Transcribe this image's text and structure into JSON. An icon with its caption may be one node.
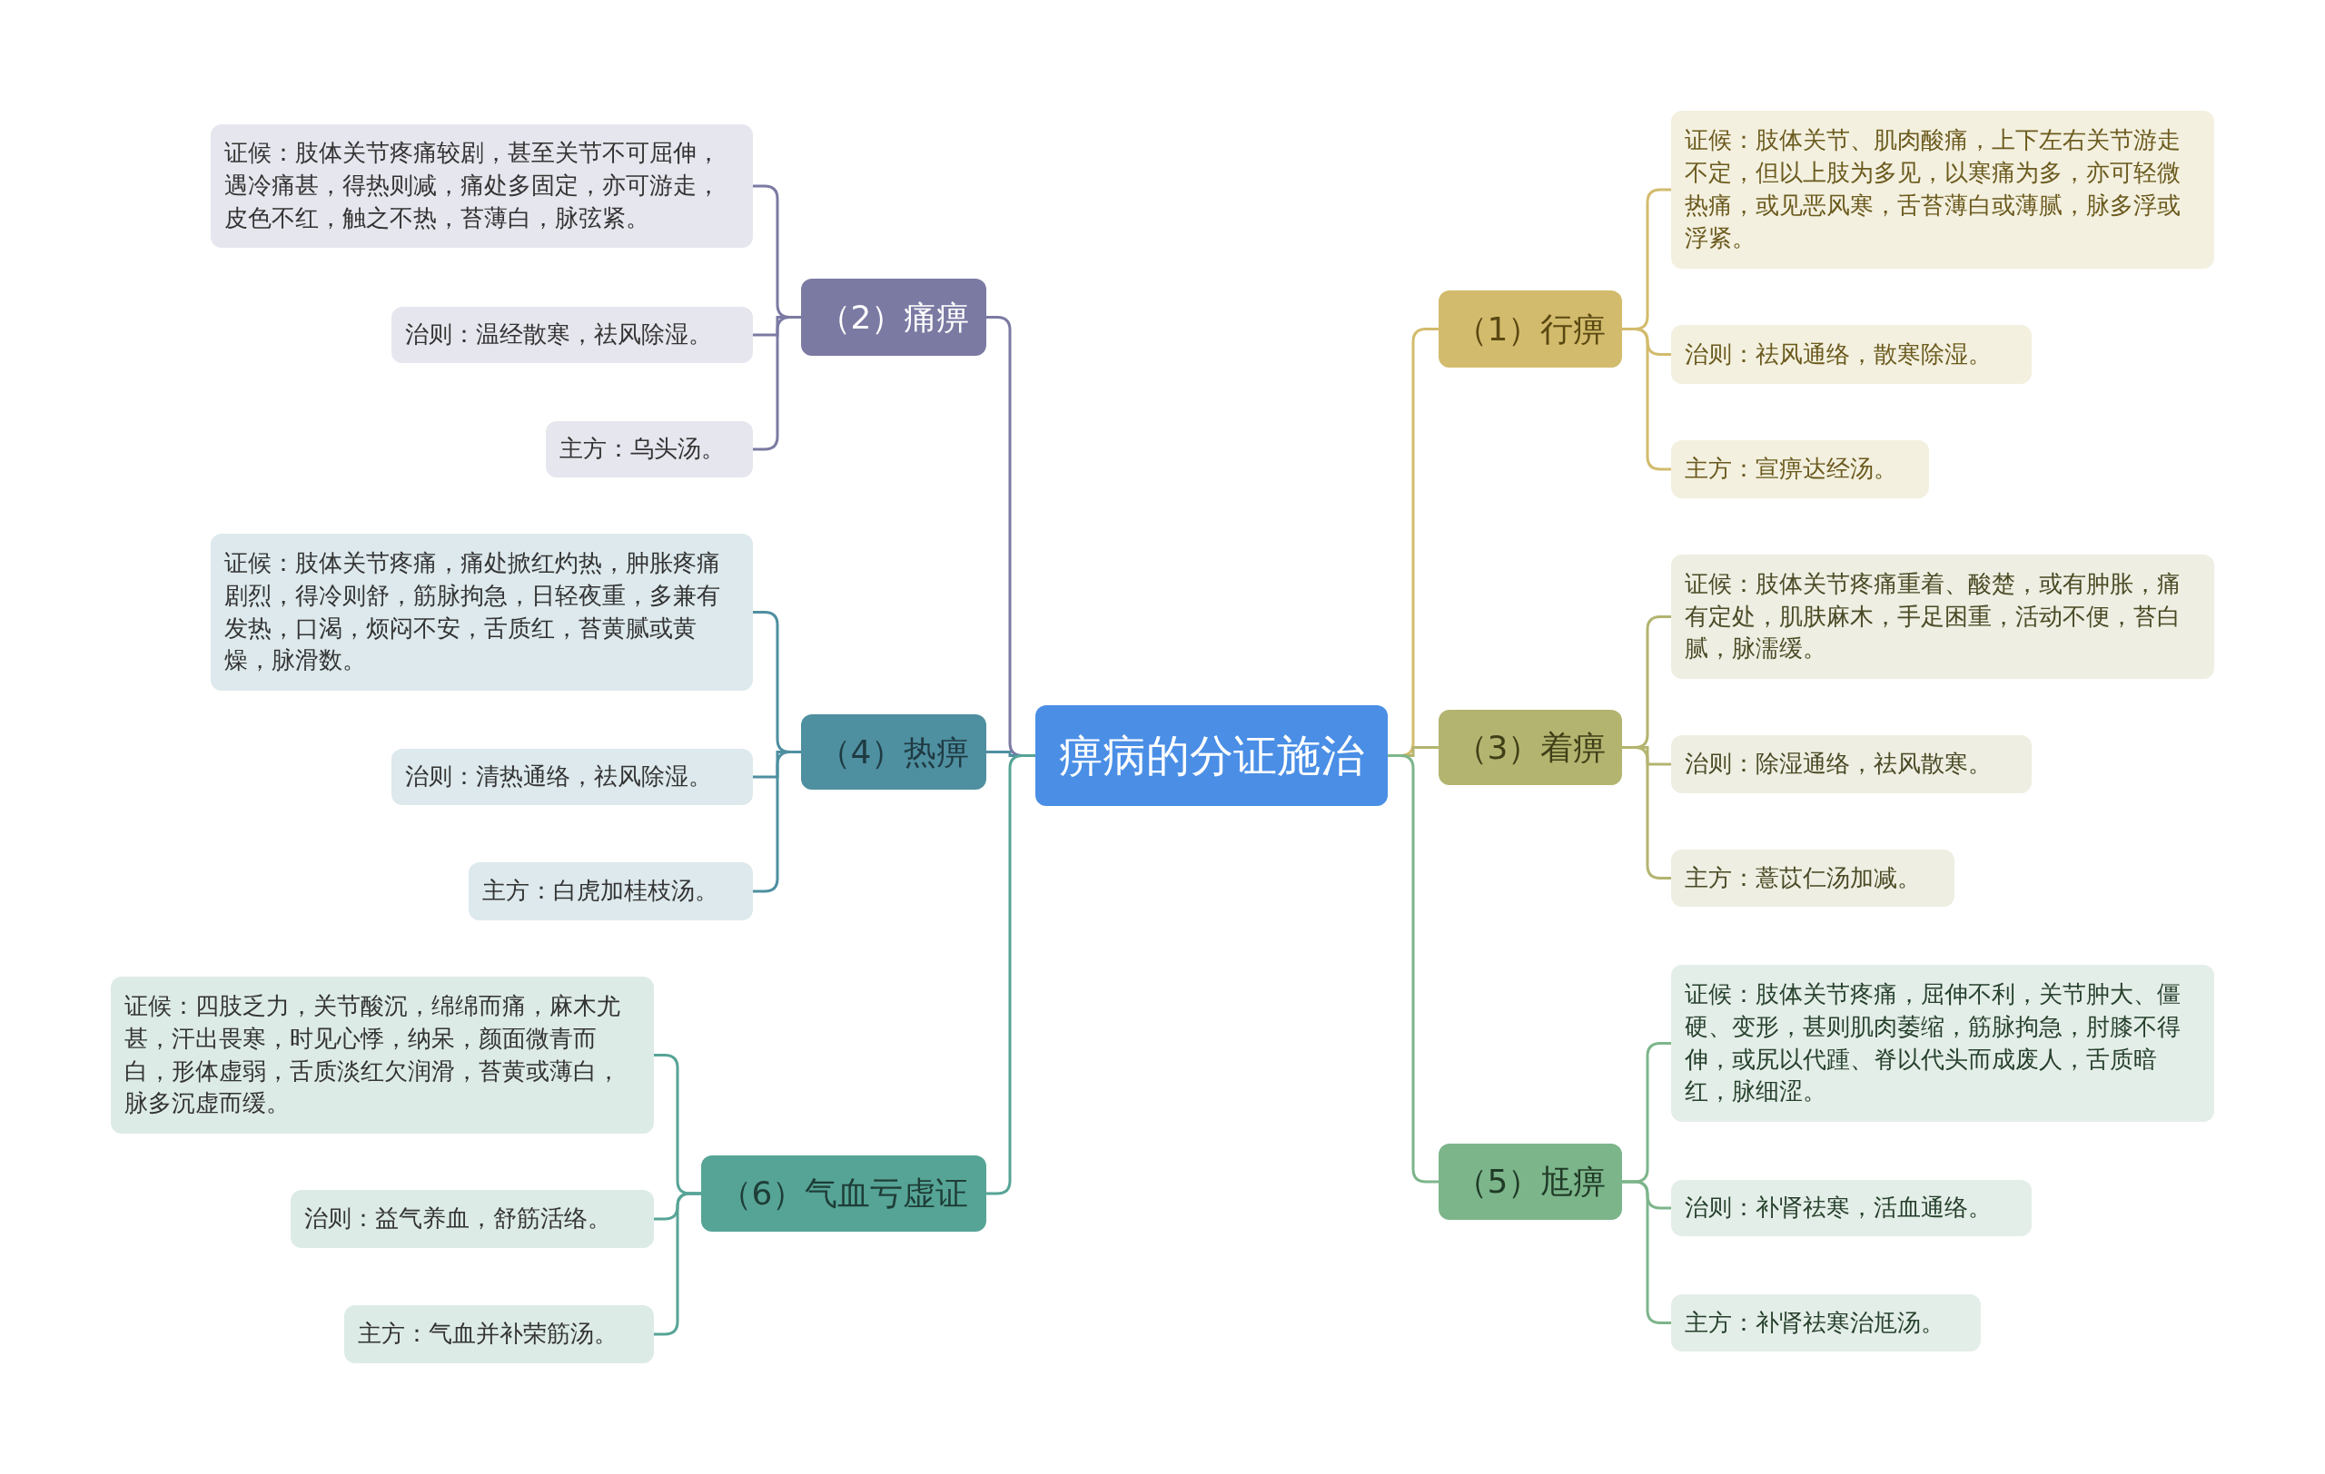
{
  "diagram": {
    "nodes": [
      {
        "text": [
          "痹病的分证施治"
        ]
      },
      {
        "text": [
          "（1）行痹"
        ]
      },
      {
        "text": [
          "证候：肢体关节、肌肉酸痛，上下左右关节游走不定，但以上肢为多见，以寒痛为多，亦可轻微热痛，或见恶风寒，舌苔薄白或薄腻，脉多浮或浮紧。"
        ]
      },
      {
        "text": [
          "治则：祛风通络，散寒除湿。"
        ]
      },
      {
        "text": [
          "主方：宣痹达经汤。"
        ]
      },
      {
        "text": [
          "（2）痛痹"
        ]
      },
      {
        "text": [
          "证候：肢体关节疼痛较剧，甚至关节不可屈伸，遇冷痛甚，得热则减，痛处多固定，亦可游走，皮色不红，触之不热，苔薄白，脉弦紧。"
        ]
      },
      {
        "text": [
          "治则：温经散寒，祛风除湿。"
        ]
      },
      {
        "text": [
          "主方：乌头汤。"
        ]
      },
      {
        "text": [
          "（3）着痹"
        ]
      },
      {
        "text": [
          "证候：肢体关节疼痛重着、酸楚，或有肿胀，痛有定处，肌肤麻木，手足困重，活动不便，苔白腻，脉濡缓。"
        ]
      },
      {
        "text": [
          "治则：除湿通络，祛风散寒。"
        ]
      },
      {
        "text": [
          "主方：薏苡仁汤加减。"
        ]
      },
      {
        "text": [
          "（4）热痹"
        ]
      },
      {
        "text": [
          "证候：肢体关节疼痛，痛处掀红灼热，肿胀疼痛剧烈，得冷则舒，筋脉拘急，日轻夜重，多兼有发热，口渴，烦闷不安，舌质红，苔黄腻或黄燥，脉滑数。"
        ]
      },
      {
        "text": [
          "治则：清热通络，祛风除湿。"
        ]
      },
      {
        "text": [
          "主方：白虎加桂枝汤。"
        ]
      },
      {
        "text": [
          "（5）尪痹"
        ]
      },
      {
        "text": [
          "证候：肢体关节疼痛，屈伸不利，关节肿大、僵硬、变形，甚则肌肉萎缩，筋脉拘急，肘膝不得伸，或尻以代踵、脊以代头而成废人，舌质暗红，脉细涩。"
        ]
      },
      {
        "text": [
          "治则：补肾祛寒，活血通络。"
        ]
      },
      {
        "text": [
          "主方：补肾祛寒治尪汤。"
        ]
      },
      {
        "text": [
          "（6）气血亏虚证"
        ]
      },
      {
        "text": [
          "证候：四肢乏力，关节酸沉，绵绵而痛，麻木尤甚，汗出畏寒，时见心悸，纳呆，颜面微青而白，形体虚弱，舌质淡红欠润滑，苔黄或薄白，脉多沉虚而缓。"
        ]
      },
      {
        "text": [
          "治则：益气养血，舒筋活络。"
        ]
      },
      {
        "text": [
          "主方：气血并补荣筋汤。"
        ]
      }
    ],
    "edges": [
      {
        "from": 0,
        "to": 1,
        "arrow": "none",
        "color": "#d2bb6c"
      },
      {
        "from": 1,
        "to": 2,
        "arrow": "none",
        "color": "#d2bb6c"
      },
      {
        "from": 1,
        "to": 3,
        "arrow": "none",
        "color": "#d2bb6c"
      },
      {
        "from": 1,
        "to": 4,
        "arrow": "none",
        "color": "#d2bb6c"
      },
      {
        "from": 0,
        "to": 5,
        "arrow": "none",
        "color": "#7b7aa3"
      },
      {
        "from": 5,
        "to": 6,
        "arrow": "none",
        "color": "#7b7aa3"
      },
      {
        "from": 5,
        "to": 7,
        "arrow": "none",
        "color": "#7b7aa3"
      },
      {
        "from": 5,
        "to": 8,
        "arrow": "none",
        "color": "#7b7aa3"
      },
      {
        "from": 0,
        "to": 9,
        "arrow": "none",
        "color": "#b3b46f"
      },
      {
        "from": 9,
        "to": 10,
        "arrow": "none",
        "color": "#b3b46f"
      },
      {
        "from": 9,
        "to": 11,
        "arrow": "none",
        "color": "#b3b46f"
      },
      {
        "from": 9,
        "to": 12,
        "arrow": "none",
        "color": "#b3b46f"
      },
      {
        "from": 0,
        "to": 13,
        "arrow": "none",
        "color": "#4e8fa0"
      },
      {
        "from": 13,
        "to": 14,
        "arrow": "none",
        "color": "#4e8fa0"
      },
      {
        "from": 13,
        "to": 15,
        "arrow": "none",
        "color": "#4e8fa0"
      },
      {
        "from": 13,
        "to": 16,
        "arrow": "none",
        "color": "#4e8fa0"
      },
      {
        "from": 0,
        "to": 17,
        "arrow": "none",
        "color": "#7db58b"
      },
      {
        "from": 17,
        "to": 18,
        "arrow": "none",
        "color": "#7db58b"
      },
      {
        "from": 17,
        "to": 19,
        "arrow": "none",
        "color": "#7db58b"
      },
      {
        "from": 17,
        "to": 20,
        "arrow": "none",
        "color": "#7db58b"
      },
      {
        "from": 0,
        "to": 21,
        "arrow": "none",
        "color": "#56a496"
      },
      {
        "from": 21,
        "to": 22,
        "arrow": "none",
        "color": "#56a496"
      },
      {
        "from": 21,
        "to": 23,
        "arrow": "none",
        "color": "#56a496"
      },
      {
        "from": 21,
        "to": 24,
        "arrow": "none",
        "color": "#56a496"
      }
    ]
  }
}
